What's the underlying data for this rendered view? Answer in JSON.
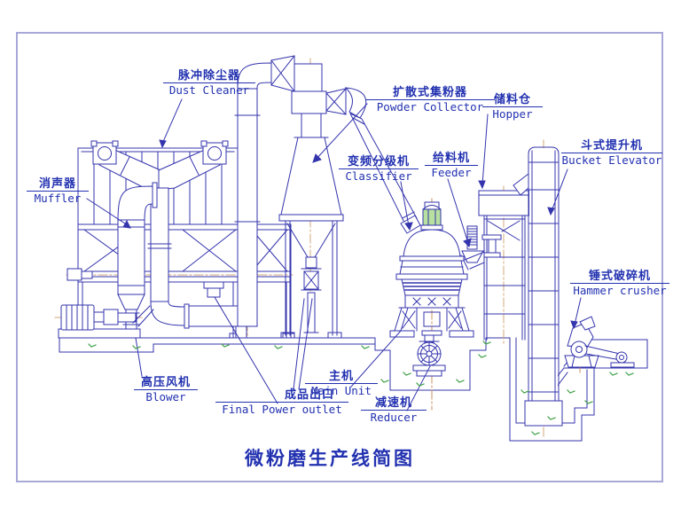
{
  "title": "微粉磨生产线简图",
  "labels": {
    "dust_cleaner": {
      "zh": "脉冲除尘器",
      "en": "Dust Cleaner"
    },
    "powder_collector": {
      "zh": "扩散式集粉器",
      "en": "Powder Collector"
    },
    "hopper": {
      "zh": "储料仓",
      "en": "Hopper"
    },
    "bucket_elevator": {
      "zh": "斗式提升机",
      "en": "Bucket Elevator"
    },
    "classifier": {
      "zh": "变频分级机",
      "en": "Classifier"
    },
    "feeder": {
      "zh": "给料机",
      "en": "Feeder"
    },
    "muffler": {
      "zh": "消声器",
      "en": "Muffler"
    },
    "hammer_crusher": {
      "zh": "锤式破碎机",
      "en": "Hammer crusher"
    },
    "blower": {
      "zh": "高压风机",
      "en": "Blower"
    },
    "final_outlet": {
      "zh": "成品出口",
      "en": "Final Power outlet"
    },
    "main_unit": {
      "zh": "主机",
      "en": "Main Unit"
    },
    "reducer": {
      "zh": "减速机",
      "en": "Reducer"
    }
  },
  "colors": {
    "line": "#3434ad",
    "frame": "#a8a8d8",
    "centerline": "#d2a878",
    "green_fill": "#b8e0a0",
    "concrete_marker": "#3da045",
    "text": "#2231b0"
  }
}
